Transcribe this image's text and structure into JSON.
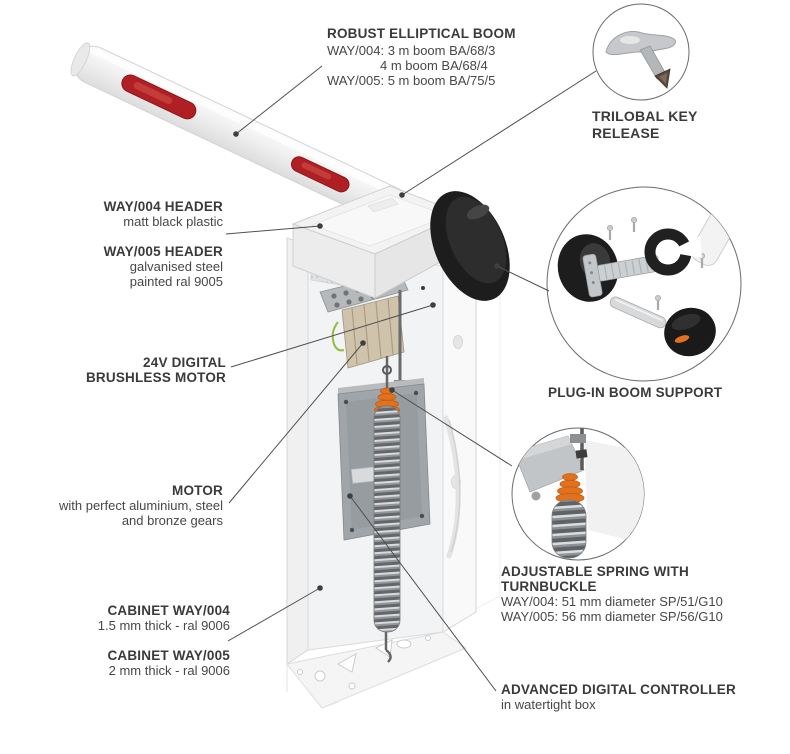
{
  "diagram_title": "Barrier gate exploded feature diagram",
  "colors": {
    "text_dark": "#3a3a3a",
    "text_sub": "#474747",
    "leader_line": "#4f4f4f",
    "red_strip": "#b01f24",
    "orange_turnbuckle": "#e2711d",
    "black_parts": "#1d1d1d",
    "cabinet_white": "#f2f3f4"
  },
  "labels": {
    "boom": {
      "title": "ROBUST ELLIPTICAL BOOM",
      "row1": "WAY/004: 3 m boom BA/68/3",
      "row2": "4 m boom BA/68/4",
      "row3": "WAY/005: 5 m boom BA/75/5"
    },
    "key": {
      "line1": "TRILOBAL KEY",
      "line2": "RELEASE"
    },
    "header004": {
      "title": "WAY/004 HEADER",
      "sub1": "matt black plastic"
    },
    "header005": {
      "title": "WAY/005 HEADER",
      "sub1": "galvanised steel",
      "sub2": "painted ral 9005"
    },
    "motor24": {
      "line1": "24V DIGITAL",
      "line2": "BRUSHLESS MOTOR"
    },
    "motor": {
      "title": "MOTOR",
      "sub1": "with perfect aluminium, steel",
      "sub2": "and bronze gears"
    },
    "cabinet004": {
      "title": "CABINET WAY/004",
      "sub1": "1.5 mm thick - ral 9006"
    },
    "cabinet005": {
      "title": "CABINET WAY/005",
      "sub1": "2 mm thick - ral 9006"
    },
    "plugin": {
      "title": "PLUG-IN BOOM SUPPORT"
    },
    "spring": {
      "title1": "ADJUSTABLE SPRING WITH",
      "title2": "TURNBUCKLE",
      "sub1": "WAY/004: 51 mm diameter SP/51/G10",
      "sub2": "WAY/005: 56 mm diameter SP/56/G10"
    },
    "controller": {
      "title": "ADVANCED DIGITAL CONTROLLER",
      "sub1": "in watertight box"
    }
  }
}
